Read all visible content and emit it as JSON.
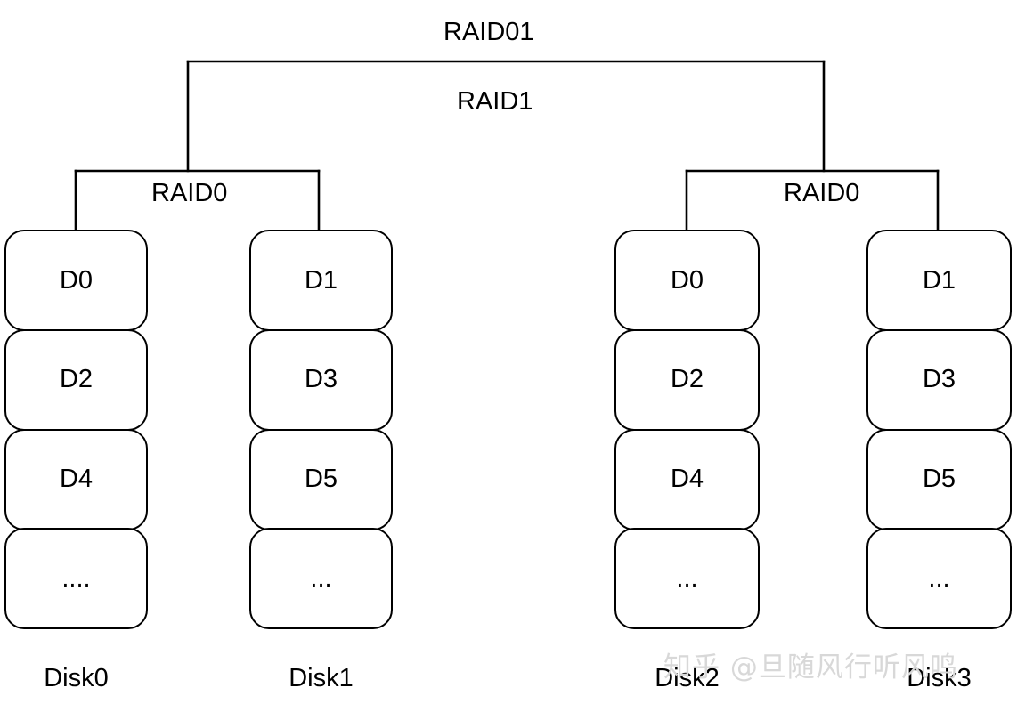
{
  "diagram": {
    "title": "RAID01",
    "colors": {
      "stroke": "#000000",
      "background": "#ffffff",
      "text": "#000000",
      "watermark": "#d8d8d8"
    },
    "levels": {
      "root_label": "RAID01",
      "mirror_label": "RAID1",
      "stripe_label_left": "RAID0",
      "stripe_label_right": "RAID0"
    },
    "disks": [
      {
        "caption": "Disk0",
        "cells": [
          "D0",
          "D2",
          "D4",
          "...."
        ]
      },
      {
        "caption": "Disk1",
        "cells": [
          "D1",
          "D3",
          "D5",
          "..."
        ]
      },
      {
        "caption": "Disk2",
        "cells": [
          "D0",
          "D2",
          "D4",
          "..."
        ]
      },
      {
        "caption": "Disk3",
        "cells": [
          "D1",
          "D3",
          "D5",
          "..."
        ]
      }
    ],
    "watermark": "知乎 @旦随风行听风鸣"
  }
}
